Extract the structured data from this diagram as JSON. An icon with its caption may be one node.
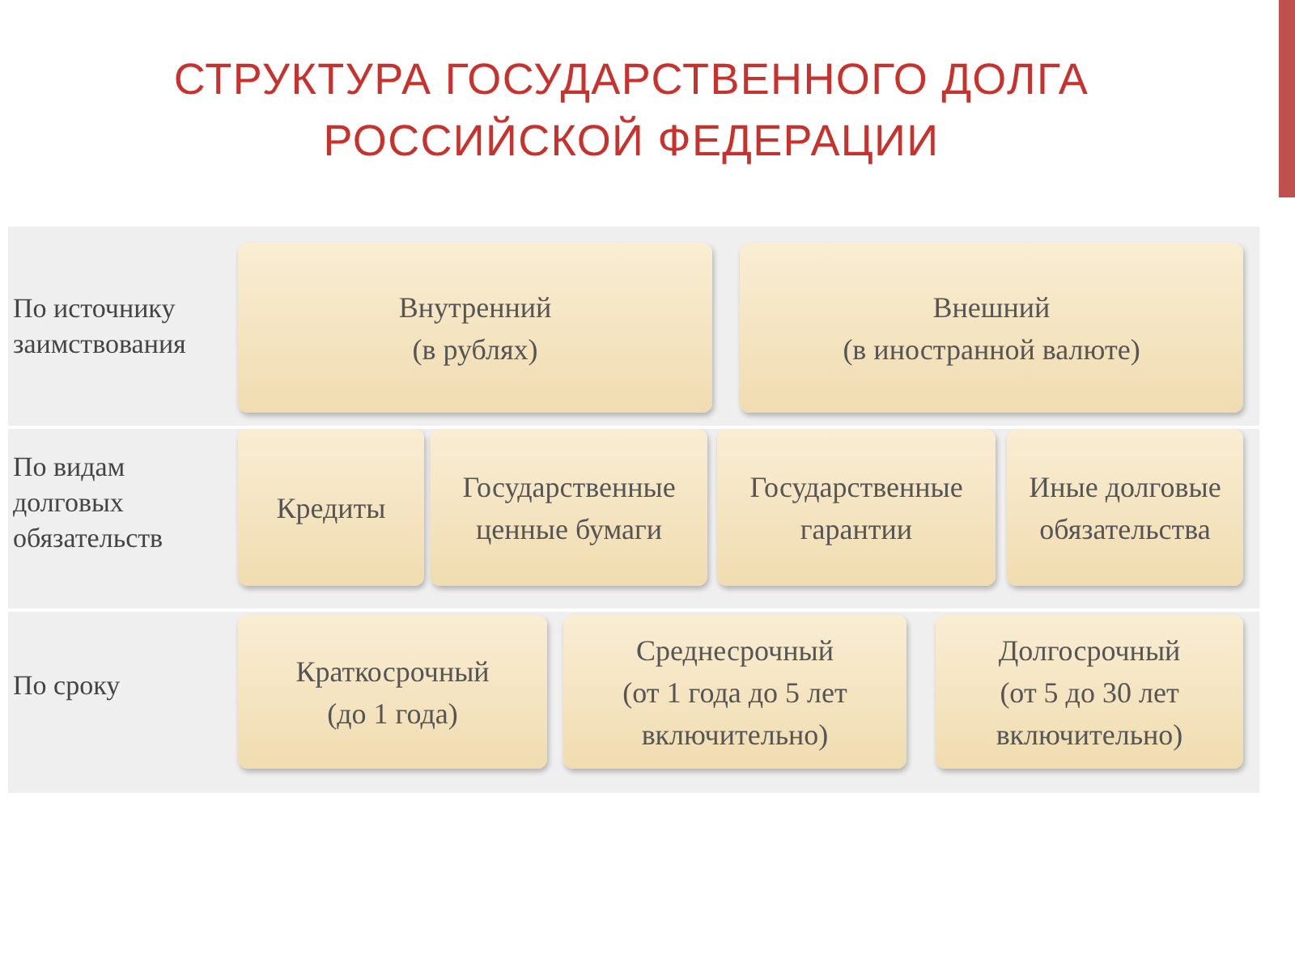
{
  "diagram": {
    "title": "СТРУКТУРА ГОСУДАРСТВЕННОГО ДОЛГА РОССИЙСКОЙ ФЕДЕРАЦИИ",
    "nodes": [
      {
        "text": [
          "Внутренний",
          "(в рублях)"
        ]
      },
      {
        "text": [
          "Внешний",
          "(в иностранной валюте)"
        ]
      },
      {
        "text": [
          "Кредиты"
        ]
      },
      {
        "text": [
          "Государственные ценные бумаги"
        ]
      },
      {
        "text": [
          "Государственные гарантии"
        ]
      },
      {
        "text": [
          "Иные долговые обязательства"
        ]
      },
      {
        "text": [
          "Краткосрочный",
          "(до 1 года)"
        ]
      },
      {
        "text": [
          "Среднесрочный",
          "(от 1 года до 5 лет включительно)"
        ]
      },
      {
        "text": [
          "Долгосрочный",
          "(от 5 до 30 лет включительно)"
        ]
      }
    ],
    "labels": [
      "По источнику заимствования",
      "По видам долговых обязательств",
      "По сроку"
    ]
  }
}
